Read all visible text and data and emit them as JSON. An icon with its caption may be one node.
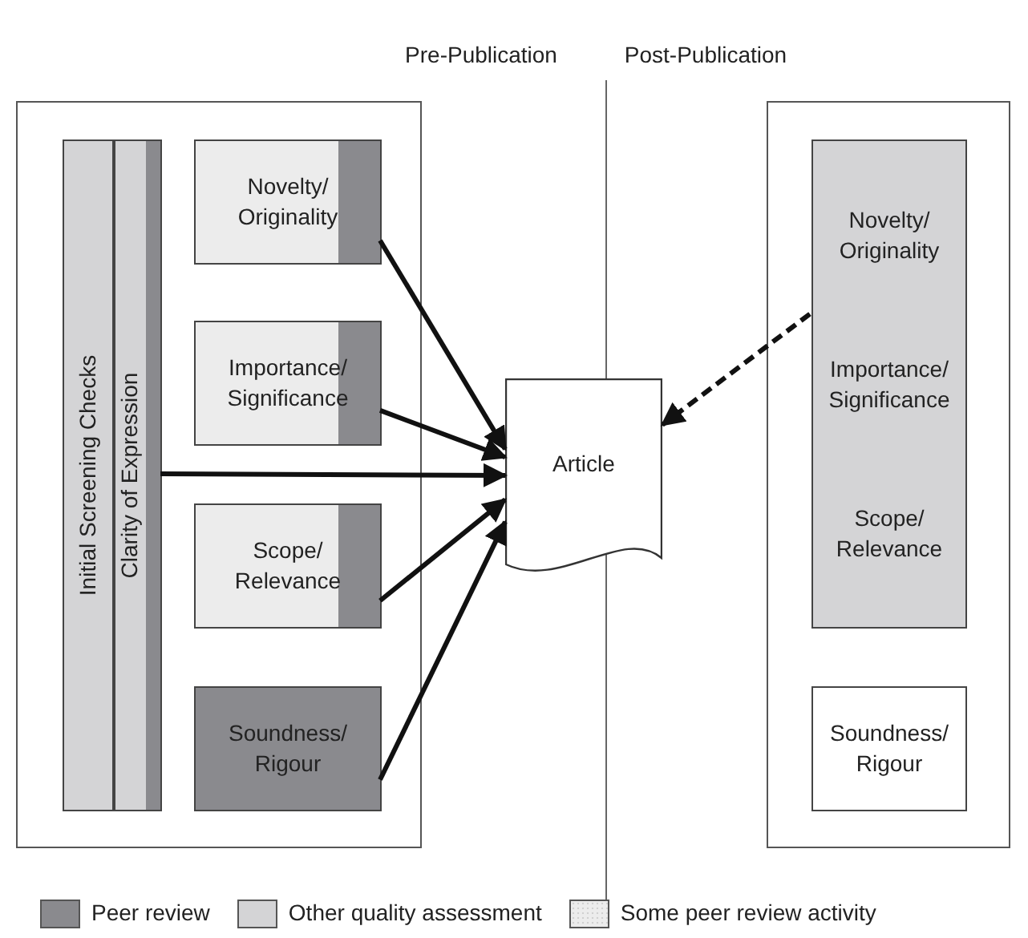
{
  "diagram": {
    "nodes": [
      {
        "text": [],
        "shape": "box"
      },
      {
        "text": [
          "Initial Screening Checks"
        ],
        "in": 0
      },
      {
        "text": [
          "Clarity of Expression"
        ],
        "in": 0
      },
      {
        "text": [
          "Novelty/ Originality"
        ],
        "in": 0
      },
      {
        "text": [
          "Importance/ Significance"
        ],
        "in": 0
      },
      {
        "text": [
          "Scope/ Relevance"
        ],
        "in": 0
      },
      {
        "text": [
          "Soundness/ Rigour"
        ],
        "in": 0
      },
      {
        "text": [
          "Article"
        ]
      },
      {
        "text": [],
        "shape": "box"
      },
      {
        "text": [
          "Novelty/ Originality",
          "Importance/ Significance",
          "Scope/ Relevance"
        ],
        "in": 8
      },
      {
        "text": [
          "Soundness/ Rigour"
        ],
        "in": 8
      }
    ],
    "edges": [
      {
        "from": 3,
        "to": 7,
        "arrow": "to"
      },
      {
        "from": 4,
        "to": 7,
        "arrow": "to"
      },
      {
        "from": 2,
        "to": 7,
        "arrow": "to"
      },
      {
        "from": 5,
        "to": 7,
        "arrow": "to"
      },
      {
        "from": 6,
        "to": 7,
        "arrow": "to"
      },
      {
        "from": 9,
        "to": 7,
        "arrow": "to",
        "style": "dashed"
      }
    ],
    "labels": [
      "Pre-Publication",
      "Post-Publication"
    ],
    "legend": [
      {
        "text": "Peer review",
        "color": "#8a8a8e"
      },
      {
        "text": "Other quality assessment",
        "color": "#d4d4d6"
      },
      {
        "text": "Some peer review activity",
        "color": "#ececec"
      }
    ]
  }
}
